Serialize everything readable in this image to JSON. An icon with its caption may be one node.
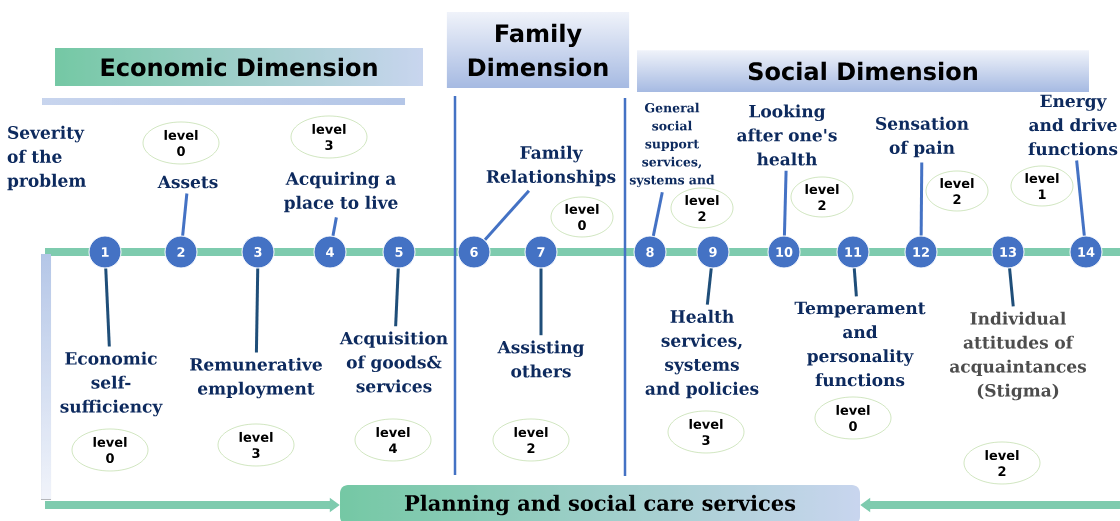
{
  "diagram": {
    "nodes": [
      {
        "text": [
          "Economic Dimension"
        ]
      },
      {
        "text": [
          "Family Dimension"
        ]
      },
      {
        "text": [
          "Social Dimension"
        ]
      },
      {
        "text": [
          "Severity of the problem"
        ]
      },
      {
        "text": [
          "1"
        ]
      },
      {
        "text": [
          "2"
        ]
      },
      {
        "text": [
          "3"
        ]
      },
      {
        "text": [
          "4"
        ]
      },
      {
        "text": [
          "5"
        ]
      },
      {
        "text": [
          "6"
        ]
      },
      {
        "text": [
          "7"
        ]
      },
      {
        "text": [
          "8"
        ]
      },
      {
        "text": [
          "9"
        ]
      },
      {
        "text": [
          "10"
        ]
      },
      {
        "text": [
          "11"
        ]
      },
      {
        "text": [
          "12"
        ]
      },
      {
        "text": [
          "13"
        ]
      },
      {
        "text": [
          "14"
        ]
      },
      {
        "text": [
          "Economic self-sufficiency"
        ]
      },
      {
        "text": [
          "Assets"
        ]
      },
      {
        "text": [
          "Remunerative employment"
        ]
      },
      {
        "text": [
          "Acquiring a place to live"
        ]
      },
      {
        "text": [
          "Acquisition of goods& services"
        ]
      },
      {
        "text": [
          "Family Relationships"
        ]
      },
      {
        "text": [
          "Assisting others"
        ]
      },
      {
        "text": [
          "General social support services, systems and"
        ]
      },
      {
        "text": [
          "Health services, systems and policies"
        ]
      },
      {
        "text": [
          "Looking after one's health"
        ]
      },
      {
        "text": [
          "Temperament and personality functions"
        ]
      },
      {
        "text": [
          "Sensation of pain"
        ]
      },
      {
        "text": [
          "Individual attitudes of acquaintances (Stigma)"
        ]
      },
      {
        "text": [
          "Energy and drive functions"
        ]
      },
      {
        "text": [
          "level 0"
        ]
      },
      {
        "text": [
          "level 0"
        ]
      },
      {
        "text": [
          "level 3"
        ]
      },
      {
        "text": [
          "level 3"
        ]
      },
      {
        "text": [
          "level 4"
        ]
      },
      {
        "text": [
          "level 0"
        ]
      },
      {
        "text": [
          "level 2"
        ]
      },
      {
        "text": [
          "level 2"
        ]
      },
      {
        "text": [
          "level 3"
        ]
      },
      {
        "text": [
          "level 2"
        ]
      },
      {
        "text": [
          "level 0"
        ]
      },
      {
        "text": [
          "level 2"
        ]
      },
      {
        "text": [
          "level 2"
        ]
      },
      {
        "text": [
          "level 1"
        ]
      },
      {
        "text": [
          "Planning and  social care services"
        ]
      }
    ],
    "edges": [
      {
        "from": 4,
        "to": 18,
        "arrow": "none",
        "color": "#1f4e79"
      },
      {
        "from": 5,
        "to": 19,
        "arrow": "none"
      },
      {
        "from": 6,
        "to": 20,
        "arrow": "none",
        "color": "#1f4e79"
      },
      {
        "from": 7,
        "to": 21,
        "arrow": "none"
      },
      {
        "from": 8,
        "to": 22,
        "arrow": "none",
        "color": "#1f4e79"
      },
      {
        "from": 9,
        "to": 23,
        "arrow": "none"
      },
      {
        "from": 10,
        "to": 24,
        "arrow": "none",
        "color": "#1f4e79"
      },
      {
        "from": 11,
        "to": 25,
        "arrow": "none"
      },
      {
        "from": 12,
        "to": 26,
        "arrow": "none",
        "color": "#1f4e79"
      },
      {
        "from": 13,
        "to": 27,
        "arrow": "none"
      },
      {
        "from": 14,
        "to": 28,
        "arrow": "none",
        "color": "#1f4e79"
      },
      {
        "from": 15,
        "to": 29,
        "arrow": "none"
      },
      {
        "from": 16,
        "to": 30,
        "arrow": "none",
        "color": "#1f4e79"
      },
      {
        "from": 17,
        "to": 31,
        "arrow": "none"
      },
      {
        "from": null,
        "to": 46,
        "arrow": "to",
        "style": "thick",
        "color": "#7ecbae"
      },
      {
        "from": null,
        "to": 46,
        "arrow": "to",
        "style": "thick",
        "color": "#7ecbae"
      }
    ]
  }
}
